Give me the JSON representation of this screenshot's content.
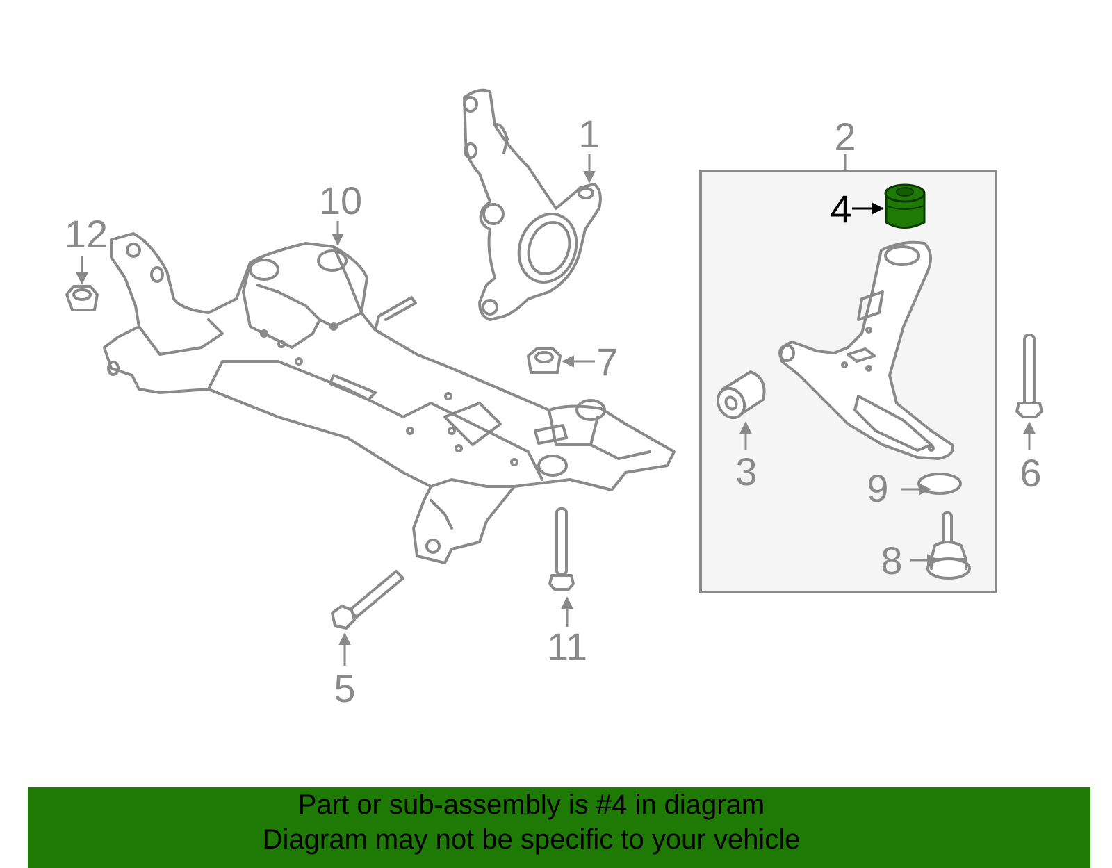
{
  "callouts": [
    "1",
    "2",
    "3",
    "4",
    "5",
    "6",
    "7",
    "8",
    "9",
    "10",
    "11",
    "12"
  ],
  "highlight": {
    "part": "4",
    "color": "#1e7a05"
  },
  "colors": {
    "line": "#8a8a8a",
    "banner": "#1e7a05",
    "box_bg": "#f5f5f5"
  },
  "banner": {
    "line1": "Part or sub-assembly is #4 in diagram",
    "line2": "Diagram may not be specific to your vehicle"
  }
}
